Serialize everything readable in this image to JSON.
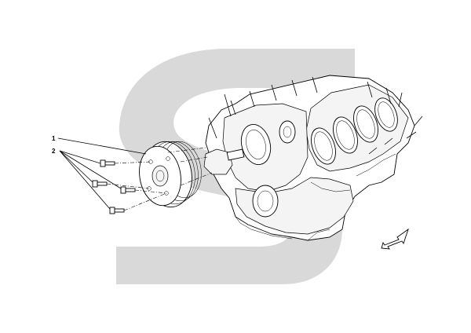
{
  "callouts": [
    {
      "id": "1",
      "text": "1"
    },
    {
      "id": "2",
      "text": "2"
    }
  ],
  "colors": {
    "watermark": "#d9d9d9",
    "line": "#000000",
    "background": "#ffffff"
  },
  "icons": {
    "direction_arrow": "arrow-front-icon",
    "watermark": "watermark-logo"
  }
}
